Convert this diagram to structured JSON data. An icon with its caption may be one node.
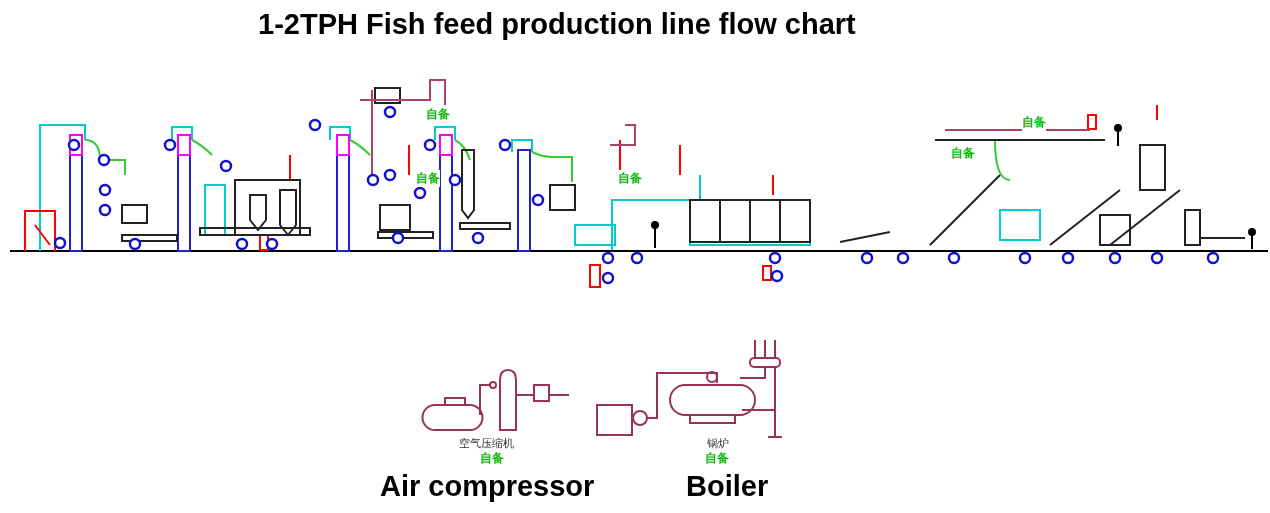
{
  "diagram": {
    "title": "1-2TPH Fish feed production line flow chart",
    "labels": [
      "自备",
      "自备",
      "自备",
      "自备",
      "自备",
      "空气压缩机",
      "自备",
      "锅炉",
      "自备",
      "Air compressor",
      "Boiler"
    ]
  }
}
